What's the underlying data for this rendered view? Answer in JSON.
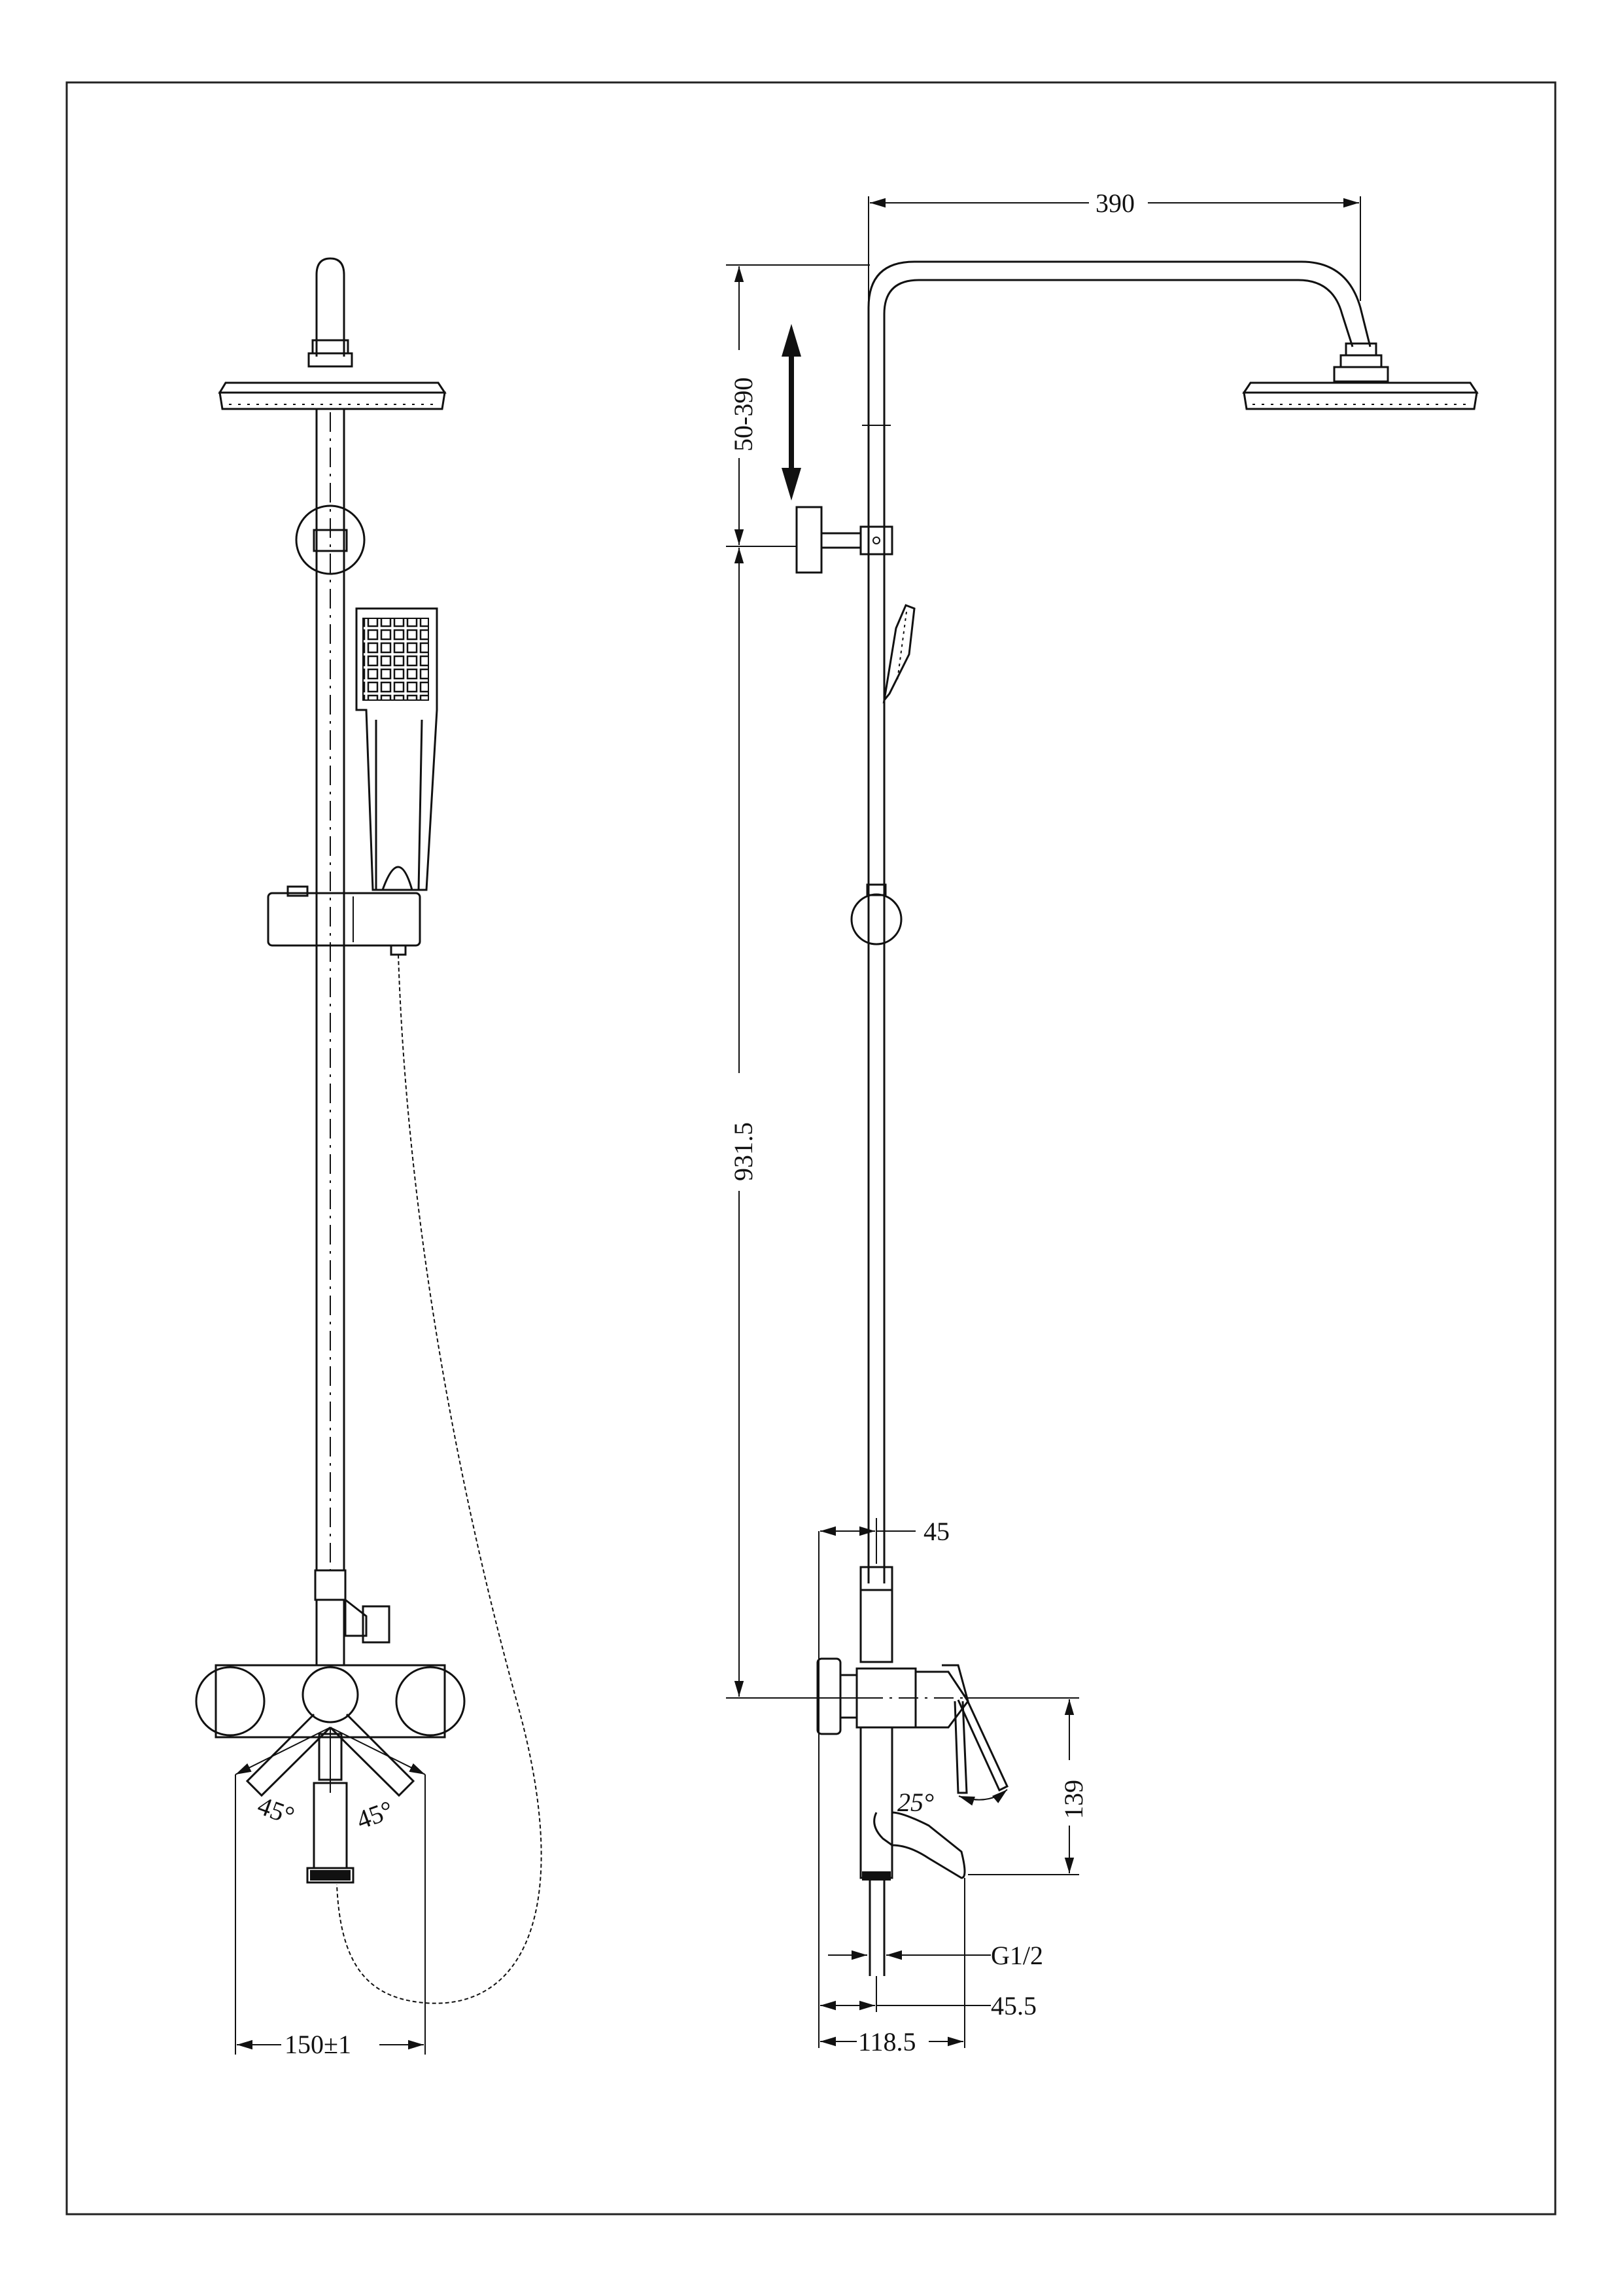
{
  "dimensions": {
    "arm_length": "390",
    "height_adjust": "50-390",
    "overall_height": "931.5",
    "pipe_offset": "45",
    "outlet_height": "139",
    "lever_angle": "25°",
    "connection": "G1/2",
    "spout_offset": "45.5",
    "depth": "118.5",
    "centers": "150±1",
    "left_angle": "45°",
    "right_angle": "45°"
  }
}
